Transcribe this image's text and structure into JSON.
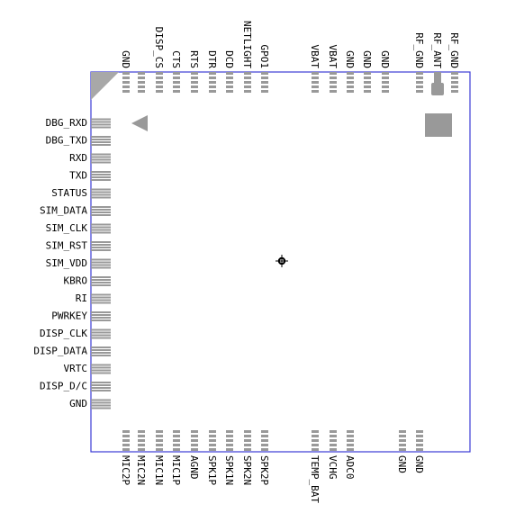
{
  "colors": {
    "outline": "#3b3bd6",
    "pin": "#999999",
    "corner_marker": "#a8a8a8",
    "label": "#000000"
  },
  "top_pins": [
    {
      "id": "t-gnd-1",
      "label": "GND"
    },
    {
      "id": "t-blank-1",
      "label": ""
    },
    {
      "id": "t-disp-cs",
      "label": "DISP_CS"
    },
    {
      "id": "t-cts",
      "label": "CTS"
    },
    {
      "id": "t-rts",
      "label": "RTS"
    },
    {
      "id": "t-dtr",
      "label": "DTR"
    },
    {
      "id": "t-dcd",
      "label": "DCD"
    },
    {
      "id": "t-netlight",
      "label": "NETLIGHT"
    },
    {
      "id": "t-gpo1",
      "label": "GPO1"
    },
    {
      "id": "t-vbat-1",
      "label": "VBAT"
    },
    {
      "id": "t-vbat-2",
      "label": "VBAT"
    },
    {
      "id": "t-gnd-2",
      "label": "GND"
    },
    {
      "id": "t-gnd-3",
      "label": "GND"
    },
    {
      "id": "t-gnd-4",
      "label": "GND"
    },
    {
      "id": "t-rf-gnd-1",
      "label": "RF_GND"
    },
    {
      "id": "t-rf-ant",
      "label": "RF_ANT"
    },
    {
      "id": "t-rf-gnd-2",
      "label": "RF_GND"
    }
  ],
  "left_pins": [
    {
      "id": "l-dbg-rxd",
      "label": "DBG_RXD"
    },
    {
      "id": "l-dbg-txd",
      "label": "DBG_TXD"
    },
    {
      "id": "l-rxd",
      "label": "RXD"
    },
    {
      "id": "l-txd",
      "label": "TXD"
    },
    {
      "id": "l-status",
      "label": "STATUS"
    },
    {
      "id": "l-sim-data",
      "label": "SIM_DATA"
    },
    {
      "id": "l-sim-clk",
      "label": "SIM_CLK"
    },
    {
      "id": "l-sim-rst",
      "label": "SIM_RST"
    },
    {
      "id": "l-sim-vdd",
      "label": "SIM_VDD"
    },
    {
      "id": "l-kbro",
      "label": "KBRO"
    },
    {
      "id": "l-ri",
      "label": "RI"
    },
    {
      "id": "l-pwrkey",
      "label": "PWRKEY"
    },
    {
      "id": "l-disp-clk",
      "label": "DISP_CLK"
    },
    {
      "id": "l-disp-data",
      "label": "DISP_DATA"
    },
    {
      "id": "l-vrtc",
      "label": "VRTC"
    },
    {
      "id": "l-disp-dc",
      "label": "DISP_D/C"
    },
    {
      "id": "l-gnd",
      "label": "GND"
    }
  ],
  "bottom_pins": [
    {
      "id": "b-mic2p",
      "label": "MIC2P"
    },
    {
      "id": "b-mic2n",
      "label": "MIC2N"
    },
    {
      "id": "b-mic1n",
      "label": "MIC1N"
    },
    {
      "id": "b-mic1p",
      "label": "MIC1P"
    },
    {
      "id": "b-agnd",
      "label": "AGND"
    },
    {
      "id": "b-spk1p",
      "label": "SPK1P"
    },
    {
      "id": "b-spk1n",
      "label": "SPK1N"
    },
    {
      "id": "b-spk2n",
      "label": "SPK2N"
    },
    {
      "id": "b-spk2p",
      "label": "SPK2P"
    },
    {
      "id": "b-temp-bat",
      "label": "TEMP_BAT"
    },
    {
      "id": "b-vchg",
      "label": "VCHG"
    },
    {
      "id": "b-adc0",
      "label": "ADC0"
    },
    {
      "id": "b-gnd-1",
      "label": "GND"
    },
    {
      "id": "b-gnd-2",
      "label": "GND"
    }
  ]
}
